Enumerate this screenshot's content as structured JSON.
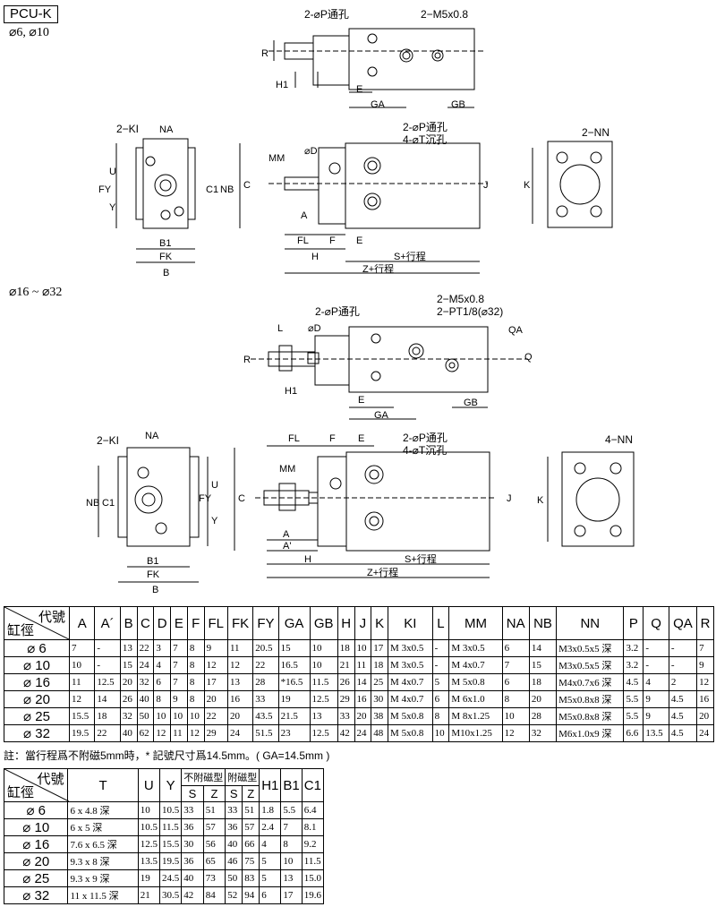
{
  "model": "PCU-K",
  "size_ranges": {
    "small": "⌀6, ⌀10",
    "large": "⌀16 ~ ⌀32"
  },
  "labels": {
    "p_hole": "2-⌀P通孔",
    "m5": "2−M5x0.8",
    "r": "R",
    "h1": "H1",
    "e": "E",
    "ga": "GA",
    "gb": "GB",
    "ki": "2−KI",
    "na": "NA",
    "u": "U",
    "fy": "FY",
    "y": "Y",
    "c1": "C1",
    "nb": "NB",
    "c": "C",
    "b1": "B1",
    "fk": "FK",
    "b": "B",
    "mm": "MM",
    "phid": "⌀D",
    "a": "A",
    "a2": "A'",
    "fl": "FL",
    "f": "F",
    "h": "H",
    "p_hole2": "2-⌀P通孔",
    "t_hole": "4-⌀T沉孔",
    "j": "J",
    "s_stroke": "S+行程",
    "z_stroke": "Z+行程",
    "nn2": "2−NN",
    "nn4": "4−NN",
    "k": "K",
    "m5b": "2−M5x0.8",
    "pt": "2−PT1/8(⌀32)",
    "l": "L",
    "qa": "QA",
    "q": "Q"
  },
  "table1": {
    "corner_top": "代號",
    "corner_bottom": "缸徑",
    "headers": [
      "A",
      "A´",
      "B",
      "C",
      "D",
      "E",
      "F",
      "FL",
      "FK",
      "FY",
      "GA",
      "GB",
      "H",
      "J",
      "K",
      "KI",
      "L",
      "MM",
      "NA",
      "NB",
      "NN",
      "P",
      "Q",
      "QA",
      "R"
    ],
    "rows": [
      {
        "bore": "⌀ 6",
        "cells": [
          "7",
          "-",
          "13",
          "22",
          "3",
          "7",
          "8",
          "9",
          "11",
          "20.5",
          "15",
          "10",
          "18",
          "10",
          "17",
          "M 3x0.5",
          "-",
          "M 3x0.5",
          "6",
          "14",
          "M3x0.5x5 深",
          "3.2",
          "-",
          "-",
          "7"
        ]
      },
      {
        "bore": "⌀ 10",
        "cells": [
          "10",
          "-",
          "15",
          "24",
          "4",
          "7",
          "8",
          "12",
          "12",
          "22",
          "16.5",
          "10",
          "21",
          "11",
          "18",
          "M 3x0.5",
          "-",
          "M 4x0.7",
          "7",
          "15",
          "M3x0.5x5 深",
          "3.2",
          "-",
          "-",
          "9"
        ]
      },
      {
        "bore": "⌀ 16",
        "cells": [
          "11",
          "12.5",
          "20",
          "32",
          "6",
          "7",
          "8",
          "17",
          "13",
          "28",
          "*16.5",
          "11.5",
          "26",
          "14",
          "25",
          "M 4x0.7",
          "5",
          "M 5x0.8",
          "6",
          "18",
          "M4x0.7x6 深",
          "4.5",
          "4",
          "2",
          "12"
        ]
      },
      {
        "bore": "⌀ 20",
        "cells": [
          "12",
          "14",
          "26",
          "40",
          "8",
          "9",
          "8",
          "20",
          "16",
          "33",
          "19",
          "12.5",
          "29",
          "16",
          "30",
          "M 4x0.7",
          "6",
          "M 6x1.0",
          "8",
          "20",
          "M5x0.8x8 深",
          "5.5",
          "9",
          "4.5",
          "16"
        ]
      },
      {
        "bore": "⌀ 25",
        "cells": [
          "15.5",
          "18",
          "32",
          "50",
          "10",
          "10",
          "10",
          "22",
          "20",
          "43.5",
          "21.5",
          "13",
          "33",
          "20",
          "38",
          "M 5x0.8",
          "8",
          "M 8x1.25",
          "10",
          "28",
          "M5x0.8x8 深",
          "5.5",
          "9",
          "4.5",
          "20"
        ]
      },
      {
        "bore": "⌀ 32",
        "cells": [
          "19.5",
          "22",
          "40",
          "62",
          "12",
          "11",
          "12",
          "29",
          "24",
          "51.5",
          "23",
          "12.5",
          "42",
          "24",
          "48",
          "M 5x0.8",
          "10",
          "M10x1.25",
          "12",
          "32",
          "M6x1.0x9 深",
          "6.6",
          "13.5",
          "4.5",
          "24"
        ]
      }
    ]
  },
  "note": "註：當行程爲不附磁5mm時，* 記號尺寸爲14.5mm。( GA=14.5mm )",
  "table2": {
    "corner_top": "代號",
    "corner_bottom": "缸徑",
    "headers": [
      "T",
      "U",
      "Y"
    ],
    "group_nonmag": "不附磁型",
    "group_mag": "附磁型",
    "sub": [
      "S",
      "Z",
      "S",
      "Z"
    ],
    "tail": [
      "H1",
      "B1",
      "C1"
    ],
    "rows": [
      {
        "bore": "⌀ 6",
        "cells": [
          "6 x 4.8 深",
          "10",
          "10.5",
          "33",
          "51",
          "33",
          "51",
          "1.8",
          "5.5",
          "6.4"
        ]
      },
      {
        "bore": "⌀ 10",
        "cells": [
          "6 x 5 深",
          "10.5",
          "11.5",
          "36",
          "57",
          "36",
          "57",
          "2.4",
          "7",
          "8.1"
        ]
      },
      {
        "bore": "⌀ 16",
        "cells": [
          "7.6 x 6.5 深",
          "12.5",
          "15.5",
          "30",
          "56",
          "40",
          "66",
          "4",
          "8",
          "9.2"
        ]
      },
      {
        "bore": "⌀ 20",
        "cells": [
          "9.3 x 8 深",
          "13.5",
          "19.5",
          "36",
          "65",
          "46",
          "75",
          "5",
          "10",
          "11.5"
        ]
      },
      {
        "bore": "⌀ 25",
        "cells": [
          "9.3 x 9 深",
          "19",
          "24.5",
          "40",
          "73",
          "50",
          "83",
          "5",
          "13",
          "15.0"
        ]
      },
      {
        "bore": "⌀ 32",
        "cells": [
          "11 x 11.5 深",
          "21",
          "30.5",
          "42",
          "84",
          "52",
          "94",
          "6",
          "17",
          "19.6"
        ]
      }
    ]
  }
}
